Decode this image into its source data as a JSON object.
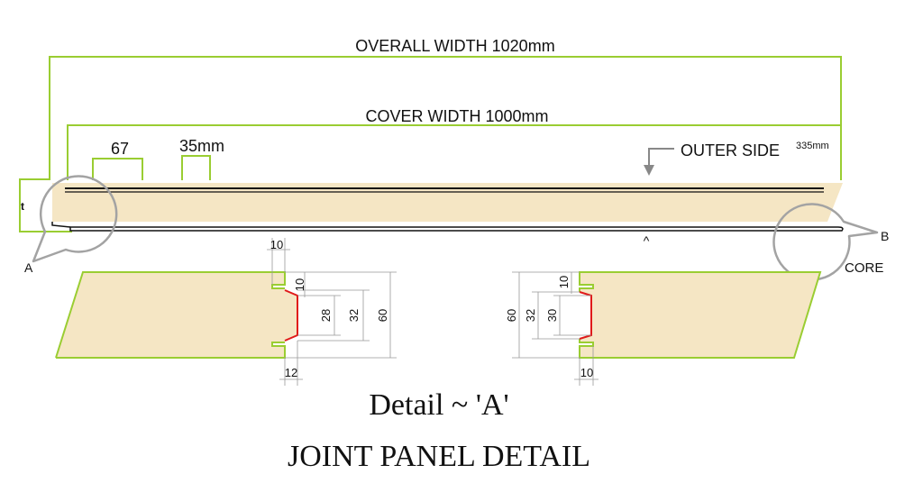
{
  "labels": {
    "overall_width": "OVERALL WIDTH 1020mm",
    "cover_width": "COVER WIDTH 1000mm",
    "rib_pitch": "67",
    "rib_width": "35mm",
    "outer_side": "OUTER SIDE",
    "outer_side_dim": "335mm",
    "thickness": "t",
    "callout_a": "A",
    "callout_b": "B",
    "core": "CORE",
    "caret": "^"
  },
  "detail_left": {
    "dim_top": "10",
    "dim_small": "10",
    "dim_28": "28",
    "dim_32": "32",
    "dim_60": "60",
    "dim_bottom": "12"
  },
  "detail_right": {
    "dim_small": "10",
    "dim_60": "60",
    "dim_32": "32",
    "dim_30": "30",
    "dim_bottom": "10"
  },
  "captions": {
    "detail": "Detail ~ 'A'",
    "title": "JOINT PANEL DETAIL"
  },
  "colors": {
    "green": "#9acd32",
    "panel_fill": "#f5e6c4",
    "joint_red": "#e01a1a",
    "dim_gray": "#999999",
    "circle_gray": "#a3a3a3"
  }
}
